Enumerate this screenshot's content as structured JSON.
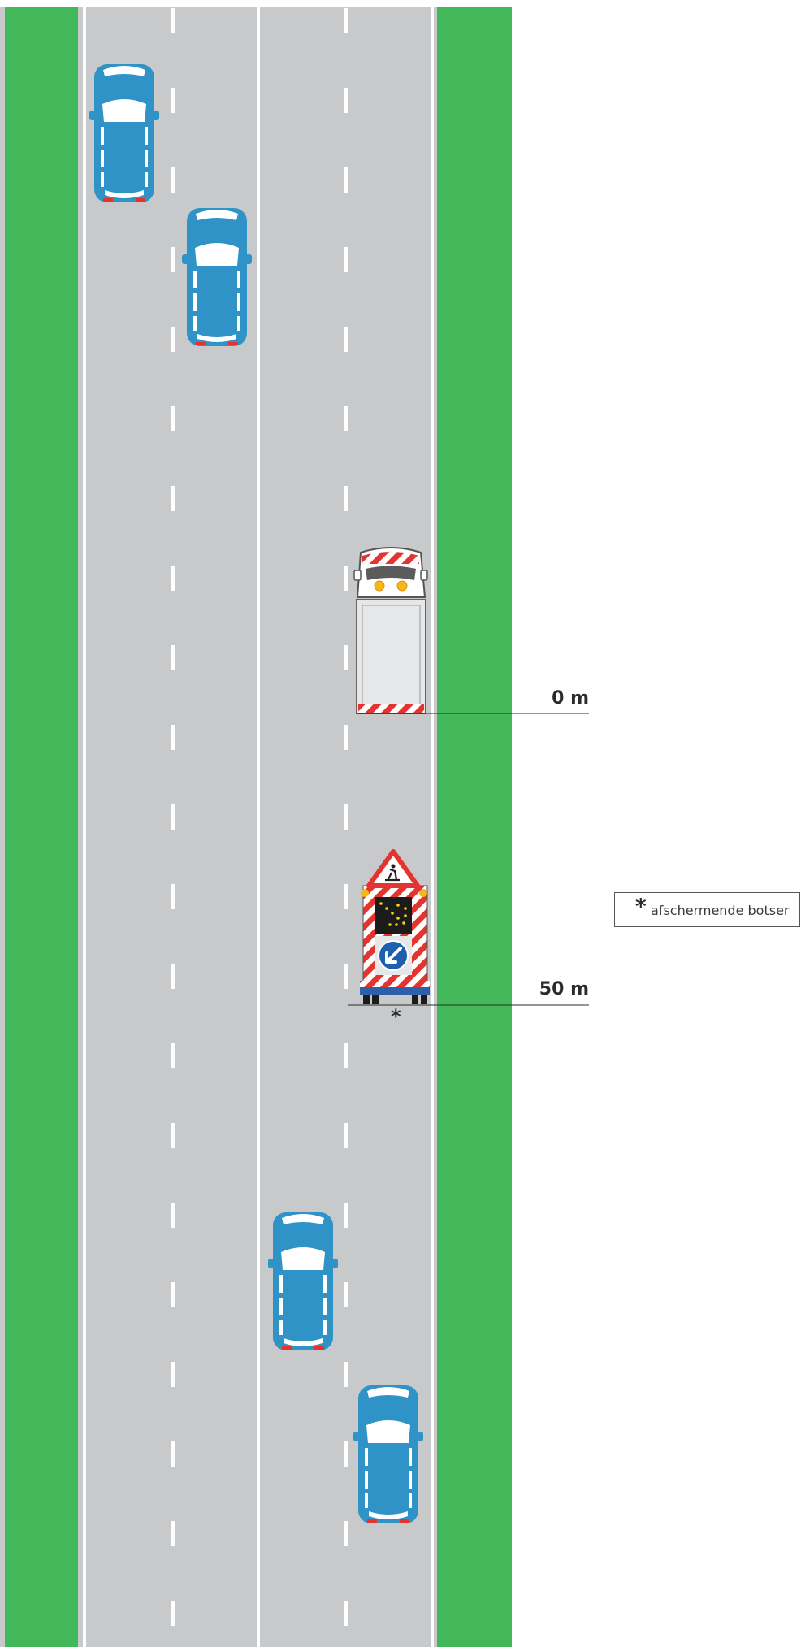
{
  "markers": [
    {
      "label": "0 m"
    },
    {
      "label": "50 m"
    }
  ],
  "bumper_marker": "*",
  "legend": {
    "symbol": "*",
    "text": "afschermende botser"
  },
  "colors": {
    "grass": "#43b85a",
    "road": "#c8c9cb",
    "lane_line": "#ffffff",
    "car": "#2f93c7",
    "warning_red": "#e3342f",
    "amber_light": "#f5b816",
    "arrow_sign": "#1f5fb0"
  },
  "icons": [
    "car-icon",
    "truck-icon",
    "arrow-board-trailer-icon",
    "roadwork-sign-icon",
    "keep-left-sign-icon"
  ]
}
